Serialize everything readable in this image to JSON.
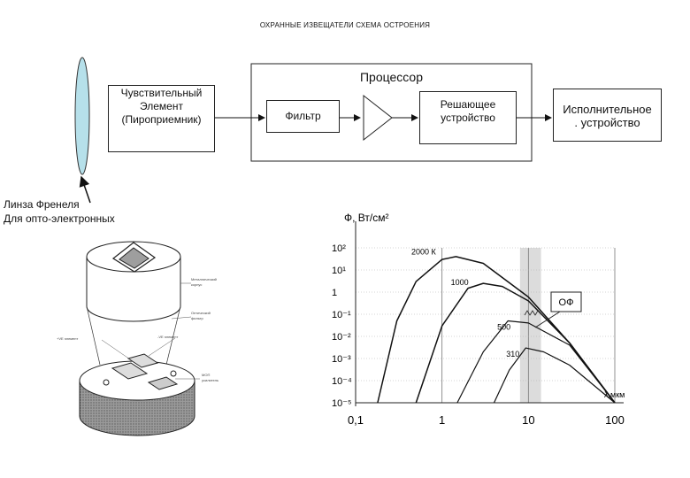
{
  "title": "ОХРАННЫЕ ИЗВЕЩАТЕЛИ СХЕМА ОСТРОЕНИЯ",
  "block_diagram": {
    "processor_label": "Процессор",
    "sensor_lines": [
      "Чувствительный",
      "Элемент",
      "(Пироприемник)"
    ],
    "filter_label": "Фильтр",
    "decision_lines": [
      "Решающее",
      "устройство"
    ],
    "executive_lines": [
      "Исполнительное",
      ". устройство"
    ],
    "lens_lines": [
      "Линза Френеля",
      "Для опто-электронных"
    ]
  },
  "sensor_drawing_labels": {
    "housing_lines": [
      "Металлический",
      "корпус"
    ],
    "filter_lines": [
      "Оптический",
      "фильтр"
    ],
    "pos_element": "+VE элемент",
    "neg_element": "-VE элемент",
    "amp_lines": [
      "МОП",
      "усилитель"
    ]
  },
  "chart_data": {
    "type": "line",
    "title": "",
    "ylabel": "Ф, Вт/см²",
    "xlabel": "λ,мкм",
    "x_scale": "log",
    "y_scale": "log",
    "xlim": [
      0.1,
      100
    ],
    "ylim": [
      1e-05,
      100
    ],
    "x_ticks": [
      "0,1",
      "1",
      "10",
      "100"
    ],
    "y_ticks": [
      "10²",
      "10¹",
      "1",
      "10⁻¹",
      "10⁻²",
      "10⁻³",
      "10⁻⁴",
      "10⁻⁵"
    ],
    "grid": true,
    "filter_band_um": [
      8,
      14
    ],
    "series": [
      {
        "name": "2000 К",
        "label": "2000 К",
        "x": [
          0.18,
          0.3,
          0.5,
          1.0,
          1.45,
          3,
          10,
          30,
          100
        ],
        "y": [
          1e-05,
          0.05,
          3,
          30,
          40,
          20,
          0.6,
          0.005,
          1e-05
        ]
      },
      {
        "name": "1000",
        "label": "1000",
        "x": [
          0.5,
          1,
          2,
          3,
          5,
          10,
          30,
          100
        ],
        "y": [
          1e-05,
          0.03,
          1.5,
          2.5,
          1.8,
          0.4,
          0.005,
          1e-05
        ]
      },
      {
        "name": "500",
        "label": "500",
        "x": [
          1.5,
          3,
          5.8,
          10,
          30,
          100
        ],
        "y": [
          1e-05,
          0.002,
          0.05,
          0.04,
          0.004,
          1e-05
        ]
      },
      {
        "name": "310",
        "label": "310",
        "x": [
          4,
          6,
          9.3,
          15,
          30,
          100
        ],
        "y": [
          1e-05,
          0.0003,
          0.003,
          0.002,
          0.0005,
          1e-05
        ]
      }
    ],
    "annotation": "ОФ"
  }
}
